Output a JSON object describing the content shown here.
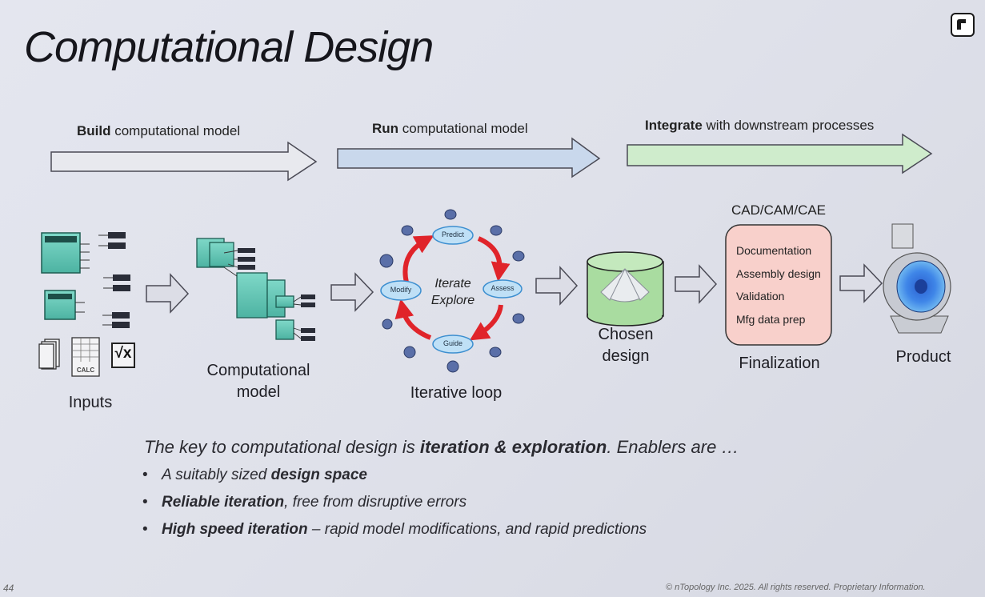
{
  "slide": {
    "title": "Computational Design",
    "page_number": "44",
    "copyright": "© nTopology Inc. 2025. All rights reserved. Proprietary Information."
  },
  "phases": [
    {
      "bold": "Build",
      "rest": " computational model",
      "color": "#e8e9ee"
    },
    {
      "bold": "Run",
      "rest": " computational model",
      "color": "#c9d8ec"
    },
    {
      "bold": "Integrate",
      "rest": " with downstream processes",
      "color": "#cfeccc"
    }
  ],
  "stages": {
    "inputs": "Inputs",
    "computational_model_line1": "Computational",
    "computational_model_line2": "model",
    "iterative_loop": "Iterative loop",
    "chosen_design_line1": "Chosen",
    "chosen_design_line2": "design",
    "finalization": "Finalization",
    "product": "Product"
  },
  "loop": {
    "center_line1": "Iterate",
    "center_line2": "Explore",
    "nodes": [
      "Predict",
      "Assess",
      "Guide",
      "Modify"
    ]
  },
  "input_icons": {
    "calc_label": "CALC",
    "formula_label": "√x"
  },
  "finalization": {
    "header": "CAD/CAM/CAE",
    "items": [
      "Documentation",
      "Assembly design",
      "Validation",
      "Mfg data prep"
    ]
  },
  "summary": {
    "intro_prefix": "The key to computational design is ",
    "intro_bold": "iteration & exploration",
    "intro_suffix": ". Enablers are …",
    "bullets": [
      {
        "pre": "A suitably sized ",
        "bold": "design space",
        "post": ""
      },
      {
        "pre": "",
        "bold": "Reliable iteration",
        "post": ", free from disruptive errors"
      },
      {
        "pre": "",
        "bold": "High speed iteration",
        "post": " – rapid model modifications, and rapid predictions"
      }
    ]
  },
  "colors": {
    "arrow_stroke": "#4a4a55",
    "loop_arrow": "#e0242a",
    "node_fill": "#bfe0f6",
    "node_stroke": "#3d8fd0",
    "cylinder_green": "#a9dca0",
    "finalization_pink": "#f8d0cb",
    "teal": "#5ec7b6"
  }
}
